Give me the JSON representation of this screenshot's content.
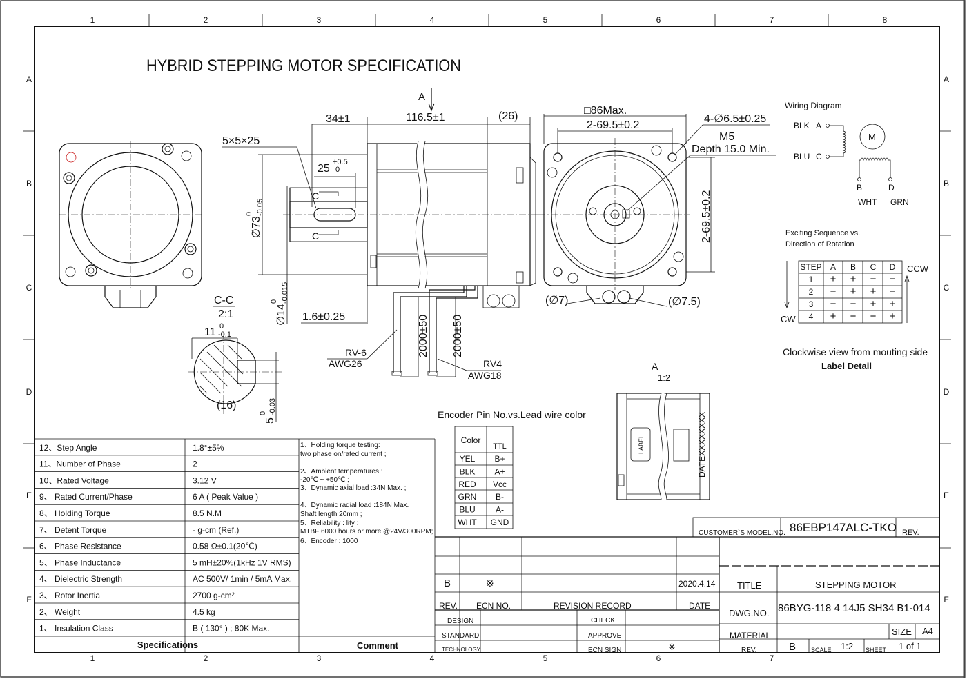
{
  "title": "HYBRID STEPPING MOTOR SPECIFICATION",
  "frame": {
    "columns": [
      "1",
      "2",
      "3",
      "4",
      "5",
      "6",
      "7",
      "8"
    ],
    "rows": [
      "A",
      "B",
      "C",
      "D",
      "E",
      "F"
    ]
  },
  "side_view": {
    "section_arrow": "A",
    "dims": {
      "overall": "116.5±1",
      "shaft_len": "34±1",
      "encoder": "(26)",
      "key": "5×5×25",
      "key_len": "25",
      "key_tol_upper": "+0.5",
      "key_tol_lower": "0",
      "pilot": "∅73",
      "pilot_tol_upper": "0",
      "pilot_tol_lower": "-0.05",
      "shaft": "∅14",
      "shaft_tol_upper": "0",
      "shaft_tol_lower": "-0.015",
      "flange": "1.6±0.25",
      "section_mark": "C"
    },
    "cable1": {
      "name": "RV-6",
      "gauge": "AWG26",
      "length": "2000±50"
    },
    "cable2": {
      "name": "RV4",
      "gauge": "AWG18",
      "length": "2000±50"
    }
  },
  "front_view": {
    "square": "□86Max.",
    "hole_spacing": "2-69.5±0.2",
    "hole_spacing_v": "2-69.5±0.2",
    "holes": "4-∅6.5±0.25",
    "thread": "M5",
    "depth": "Depth 15.0 Min.",
    "gland_left": "(∅7)",
    "gland_right": "(∅7.5)"
  },
  "section_cc": {
    "label": "C-C",
    "scale": "2:1",
    "flat": "11",
    "flat_tol_upper": "0",
    "flat_tol_lower": "-0.1",
    "diam": "(16)",
    "key": "5",
    "key_tol_upper": "0",
    "key_tol_lower": "-0.03"
  },
  "wiring": {
    "title": "Wiring Diagram",
    "motor": "M",
    "leads": [
      {
        "color": "BLK",
        "pin": "A"
      },
      {
        "color": "BLU",
        "pin": "C"
      },
      {
        "color": "WHT",
        "pin": "B"
      },
      {
        "color": "GRN",
        "pin": "D"
      }
    ]
  },
  "exciting": {
    "title_line1": "Exciting Sequence vs.",
    "title_line2": "Direction of Rotation",
    "headers": [
      "STEP",
      "A",
      "B",
      "C",
      "D"
    ],
    "rows": [
      [
        "1",
        "+",
        "+",
        "−",
        "−"
      ],
      [
        "2",
        "−",
        "+",
        "+",
        "−"
      ],
      [
        "3",
        "−",
        "−",
        "+",
        "+"
      ],
      [
        "4",
        "+",
        "−",
        "−",
        "+"
      ]
    ],
    "ccw": "CCW",
    "cw": "CW",
    "note": "Clockwise view from mouting side"
  },
  "label_detail": {
    "title": "Label Detail",
    "arrow": "A",
    "scale": "1:2",
    "label_text": "LABEL",
    "date_text": "DATEXXXXXXXX"
  },
  "encoder": {
    "title": "Encoder Pin No.vs.Lead wire color",
    "headers": [
      "Color",
      "TTL"
    ],
    "rows": [
      [
        "YEL",
        "B+"
      ],
      [
        "BLK",
        "A+"
      ],
      [
        "RED",
        "Vcc"
      ],
      [
        "GRN",
        "B-"
      ],
      [
        "BLU",
        "A-"
      ],
      [
        "WHT",
        "GND"
      ]
    ]
  },
  "specifications": {
    "footer": "Specifications",
    "rows": [
      {
        "name": "12、Step Angle",
        "value": "1.8°±5%"
      },
      {
        "name": "11、Number of Phase",
        "value": "2"
      },
      {
        "name": "10、Rated Voltage",
        "value": "3.12 V"
      },
      {
        "name": "9、 Rated Current/Phase",
        "value": "6 A ( Peak Value )"
      },
      {
        "name": "8、 Holding Torque",
        "value": "8.5 N.M"
      },
      {
        "name": "7、 Detent Torque",
        "value": "- g-cm (Ref.)"
      },
      {
        "name": "6、 Phase Resistance",
        "value": "0.58 Ω±0.1(20℃)"
      },
      {
        "name": "5、 Phase Inductance",
        "value": "5 mH±20%(1kHz 1V RMS)"
      },
      {
        "name": "4、 Dielectric Strength",
        "value": "AC 500V/ 1min / 5mA Max."
      },
      {
        "name": "3、 Rotor Inertia",
        "value": "2700 g-cm²"
      },
      {
        "name": "2、 Weight",
        "value": "4.5 kg"
      },
      {
        "name": "1、 Insulation Class",
        "value": "B ( 130° ) ;    80K Max."
      }
    ]
  },
  "comment": {
    "footer": "Comment",
    "lines": [
      "1、Holding torque testing:",
      "   two phase on/rated current ;",
      "2、Ambient  temperatures  :",
      "   -20℃ ~ +50℃ ;",
      "3、Dynamic axial load  :34N  Max. ;",
      "4、Dynamic radial load :184N Max.",
      "   Shaft length 20mm ;",
      "5、Reliability :   lity :",
      "MTBF 6000 hours or more.@24V/300RPM;",
      "6、Encoder : 1000"
    ]
  },
  "title_block": {
    "customer_label": "CUSTOMER`S MODEL.NO.",
    "customer_model": "86EBP147ALC-TKO",
    "rev_label": "REV.",
    "rev_row": {
      "rev": "B",
      "mark": "※",
      "date": "2020.4.14"
    },
    "col_rev": "REV.",
    "col_ecn": "ECN NO.",
    "col_record": "REVISION RECORD",
    "col_date": "DATE",
    "design": "DESIGN",
    "check": "CHECK",
    "standard": "STANDARD",
    "approve": "APPROVE",
    "technology": "TECHNOLOGY",
    "ecn_sign": "ECN SIGN",
    "ecn_mark": "※",
    "title_label": "TITLE",
    "title_value": "STEPPING MOTOR",
    "dwg_label": "DWG.NO.",
    "dwg_value": "86BYG-118 4 14J5 SH34 B1-014",
    "material_label": "MATERIAL",
    "size_label": "SIZE",
    "size_value": "A4",
    "rev2_label": "REV.",
    "rev2_value": "B",
    "scale_label": "SCALE",
    "scale_value": "1:2",
    "sheet_label": "SHEET",
    "sheet_value": "1 of 1"
  }
}
